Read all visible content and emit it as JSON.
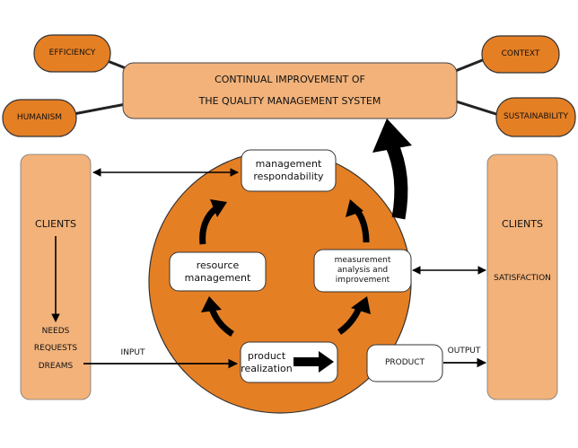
{
  "top": {
    "title_line1": "CONTINUAL IMPROVEMENT OF",
    "title_line2": "THE QUALITY MANAGEMENT SYSTEM"
  },
  "corners": {
    "efficiency": "EFFICIENCY",
    "humanism": "HUMANISM",
    "context": "CONTEXT",
    "sustainability": "SUSTAINABILITY"
  },
  "left_panel": {
    "title": "CLIENTS",
    "needs": "NEEDS",
    "requests": "REQUESTS",
    "dreams": "DREAMS"
  },
  "right_panel": {
    "title": "CLIENTS",
    "satisfaction": "SATISFACTION"
  },
  "cycle": {
    "management": "management\nrespondability",
    "resource": "resource\nmanagement",
    "measurement": "measurement\nanalysis and\nimprovement",
    "product_realization": "product\nrealization"
  },
  "flow": {
    "input": "INPUT",
    "product": "PRODUCT",
    "output": "OUTPUT"
  },
  "colors": {
    "orange": "#E57F24",
    "light_orange": "#F2B27A",
    "outline": "#333333",
    "arrow": "#000000"
  }
}
